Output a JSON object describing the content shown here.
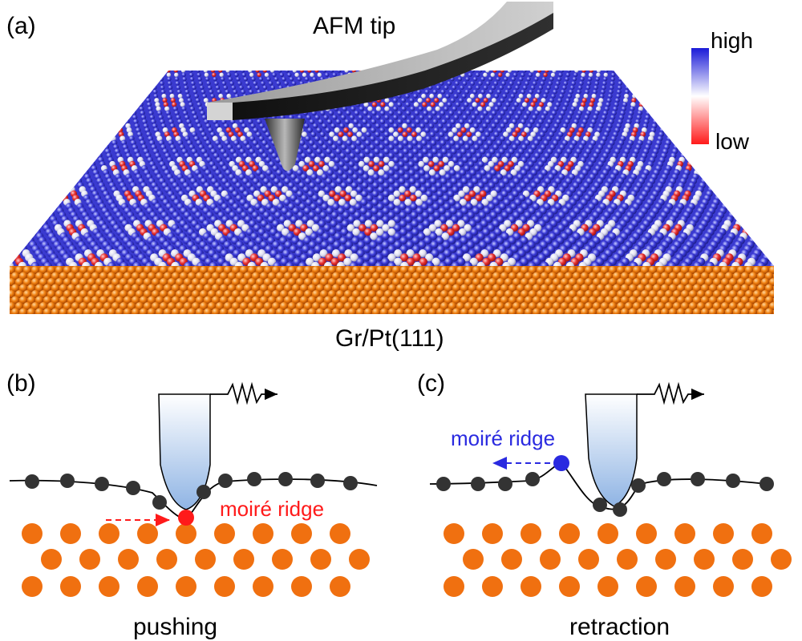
{
  "panel_a": {
    "label": "(a)",
    "tip_label": "AFM tip",
    "substrate_label": "Gr/Pt(111)",
    "colorbar": {
      "high_label": "high",
      "low_label": "low",
      "high_color": "#2020e0",
      "mid_color": "#ffffff",
      "low_color": "#ff2020"
    }
  },
  "panel_b": {
    "label": "(b)",
    "ridge_label": "moiré ridge",
    "ridge_color": "#ff1a1a",
    "caption": "pushing"
  },
  "panel_c": {
    "label": "(c)",
    "ridge_label": "moiré ridge",
    "ridge_color": "#2a2ae0",
    "caption": "retraction"
  },
  "colors": {
    "graphene_atom": "#333333",
    "substrate_atom": "#f07010",
    "tip_fill_top": "#ffffff",
    "tip_fill_bottom": "#9fc0e8"
  }
}
